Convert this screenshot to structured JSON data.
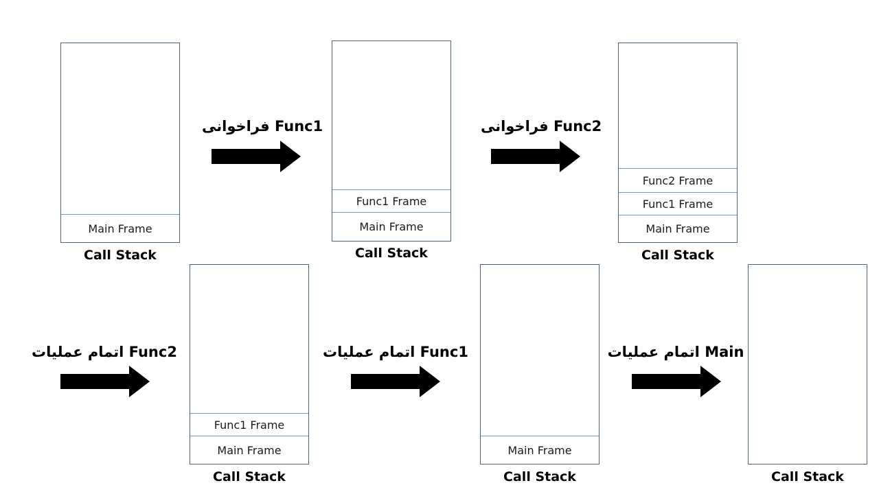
{
  "stack_label": "Call Stack",
  "frames": {
    "main": "Main Frame",
    "func1": "Func1 Frame",
    "func2": "Func2 Frame"
  },
  "transitions": {
    "call_func1": "فراخوانی Func1",
    "call_func2": "فراخوانی Func2",
    "finish_func2": "اتمام عملیات Func2",
    "finish_func1": "اتمام عملیات Func1",
    "finish_main": "اتمام عملیات Main"
  },
  "colors": {
    "frame_divider": "#6f9cc6",
    "stack_border": "#4a6274",
    "arrow": "#000000"
  }
}
